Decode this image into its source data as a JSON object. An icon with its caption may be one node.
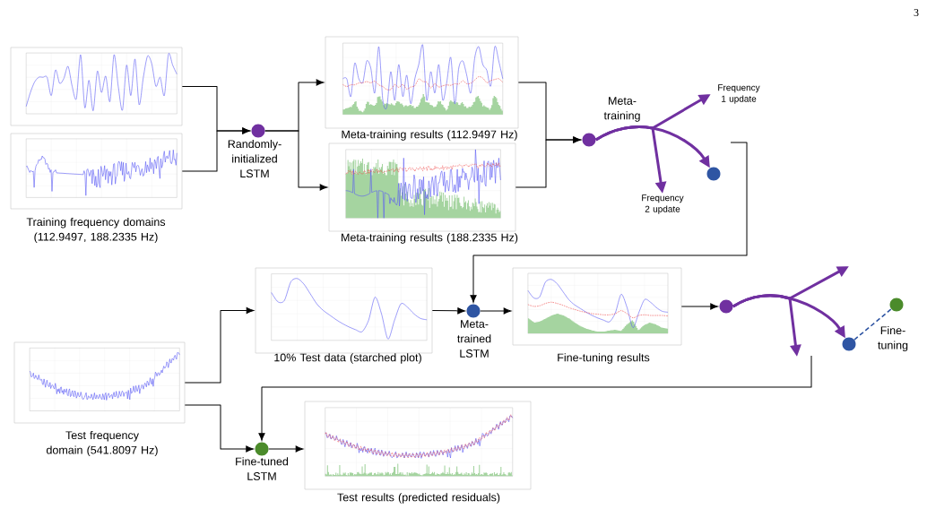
{
  "diagram": {
    "nodes": [
      {
        "text": [],
        "shape": "picture"
      },
      {
        "text": [],
        "shape": "picture",
        "beside": [
          "Training frequency domains (112.9497, 188.2335 Hz)"
        ]
      },
      {
        "text": [
          "Randomly-initialized LSTM"
        ]
      },
      {
        "text": [],
        "shape": "picture",
        "beside": [
          "Meta-training results (112.9497 Hz)"
        ]
      },
      {
        "text": [],
        "shape": "picture",
        "beside": [
          "Meta-training results (188.2335 Hz)"
        ]
      },
      {
        "text": [],
        "shape": "circle"
      },
      {
        "text": [
          "Frequency 1 update"
        ]
      },
      {
        "text": [
          "Frequency 2 update"
        ]
      },
      {
        "text": [],
        "shape": "circle"
      },
      {
        "text": [],
        "shape": "picture",
        "beside": [
          "10% Test data (starched plot)"
        ]
      },
      {
        "text": [
          "Meta-trained LSTM"
        ]
      },
      {
        "text": [],
        "shape": "picture",
        "beside": [
          "Fine-tuning results"
        ]
      },
      {
        "text": [],
        "shape": "circle"
      },
      {
        "text": [],
        "shape": "circle"
      },
      {
        "text": [],
        "shape": "circle"
      },
      {
        "text": [],
        "shape": "picture",
        "beside": [
          "Test frequency domain (541.8097 Hz)"
        ]
      },
      {
        "text": [
          "Fine-tuned LSTM"
        ]
      },
      {
        "text": [],
        "shape": "picture",
        "beside": [
          "Test results (predicted residuals)"
        ]
      }
    ],
    "edges": [
      {
        "from": 0,
        "to": 2,
        "arrow": "to"
      },
      {
        "from": 1,
        "to": 2,
        "arrow": "to"
      },
      {
        "from": 2,
        "to": 3,
        "arrow": "to"
      },
      {
        "from": 2,
        "to": 4,
        "arrow": "to"
      },
      {
        "from": 3,
        "to": 5,
        "arrow": "to"
      },
      {
        "from": 4,
        "to": 5,
        "arrow": "to"
      },
      {
        "from": 5,
        "to": 6,
        "arrow": "to",
        "style": "thick",
        "color": "#7030a0"
      },
      {
        "from": 5,
        "to": 7,
        "arrow": "to",
        "style": "thick",
        "color": "#7030a0"
      },
      {
        "from": 5,
        "to": 8,
        "arrow": "to",
        "style": "thick",
        "color": "#7030a0",
        "label": "Meta-training"
      },
      {
        "from": null,
        "to": 10,
        "arrow": "to"
      },
      {
        "from": 9,
        "to": 10,
        "arrow": "to"
      },
      {
        "from": 10,
        "to": 11,
        "arrow": "to"
      },
      {
        "from": 11,
        "to": 12,
        "arrow": "to"
      },
      {
        "from": 12,
        "to": null,
        "arrow": "to",
        "style": "thick",
        "color": "#7030a0"
      },
      {
        "from": 12,
        "to": null,
        "arrow": "to",
        "style": "thick",
        "color": "#7030a0"
      },
      {
        "from": 12,
        "to": 13,
        "arrow": "to",
        "style": "thick",
        "color": "#7030a0"
      },
      {
        "from": 13,
        "to": 14,
        "arrow": "none",
        "style": "dashed",
        "color": "#2f55a3",
        "label": "Fine-tuning"
      },
      {
        "from": 15,
        "to": 9,
        "arrow": "to"
      },
      {
        "from": 15,
        "to": 16,
        "arrow": "to"
      },
      {
        "from": null,
        "to": 16,
        "arrow": "to"
      },
      {
        "from": 16,
        "to": 17,
        "arrow": "to"
      }
    ],
    "labels": [
      "3"
    ]
  }
}
